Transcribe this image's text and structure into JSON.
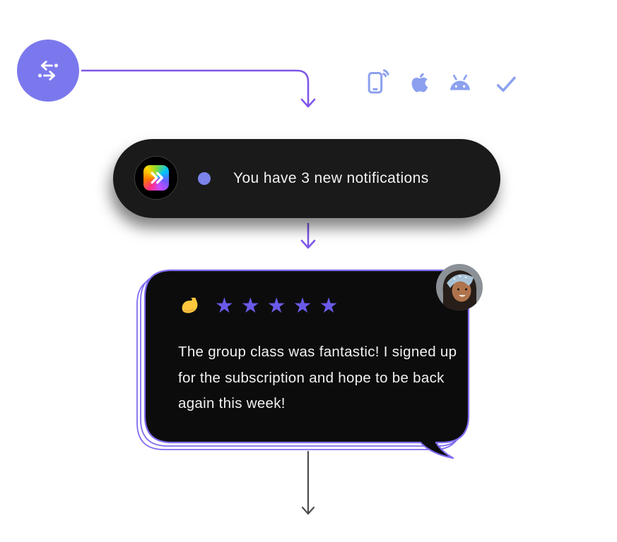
{
  "notification": {
    "message": "You have 3 new notifications"
  },
  "review": {
    "rating": 5,
    "stars": "★★★★★",
    "lines": [
      "The group class was fantastic! I signed up",
      "for the subscription and hope to be back",
      "again this week!"
    ]
  },
  "icons": {
    "start": "branch-arrows-icon",
    "platforms": [
      "phone-notification-icon",
      "apple-icon",
      "android-icon",
      "checkmark-icon"
    ],
    "app_logo": "rainbow-chevrons-logo",
    "unread_indicator": "unread-dot",
    "review_emoji": "flexed-biceps-emoji",
    "reviewer": "reviewer-avatar"
  },
  "colors": {
    "arrow_purple": "#7E57E8",
    "circle_periwinkle": "#7B78EE",
    "platform_icon_blue": "#8CA0EF",
    "star_purple": "#6A5AE8",
    "bubble_border_purple": "#7E6CF0",
    "pill_background": "#1A1A1A",
    "bubble_background": "#0C0C0C",
    "text_white": "#F2F2F2",
    "bottom_arrow_gray": "#4D4D4D",
    "unread_dot_purple": "#7B83EB",
    "emoji_yellow": "#FFC83D"
  }
}
